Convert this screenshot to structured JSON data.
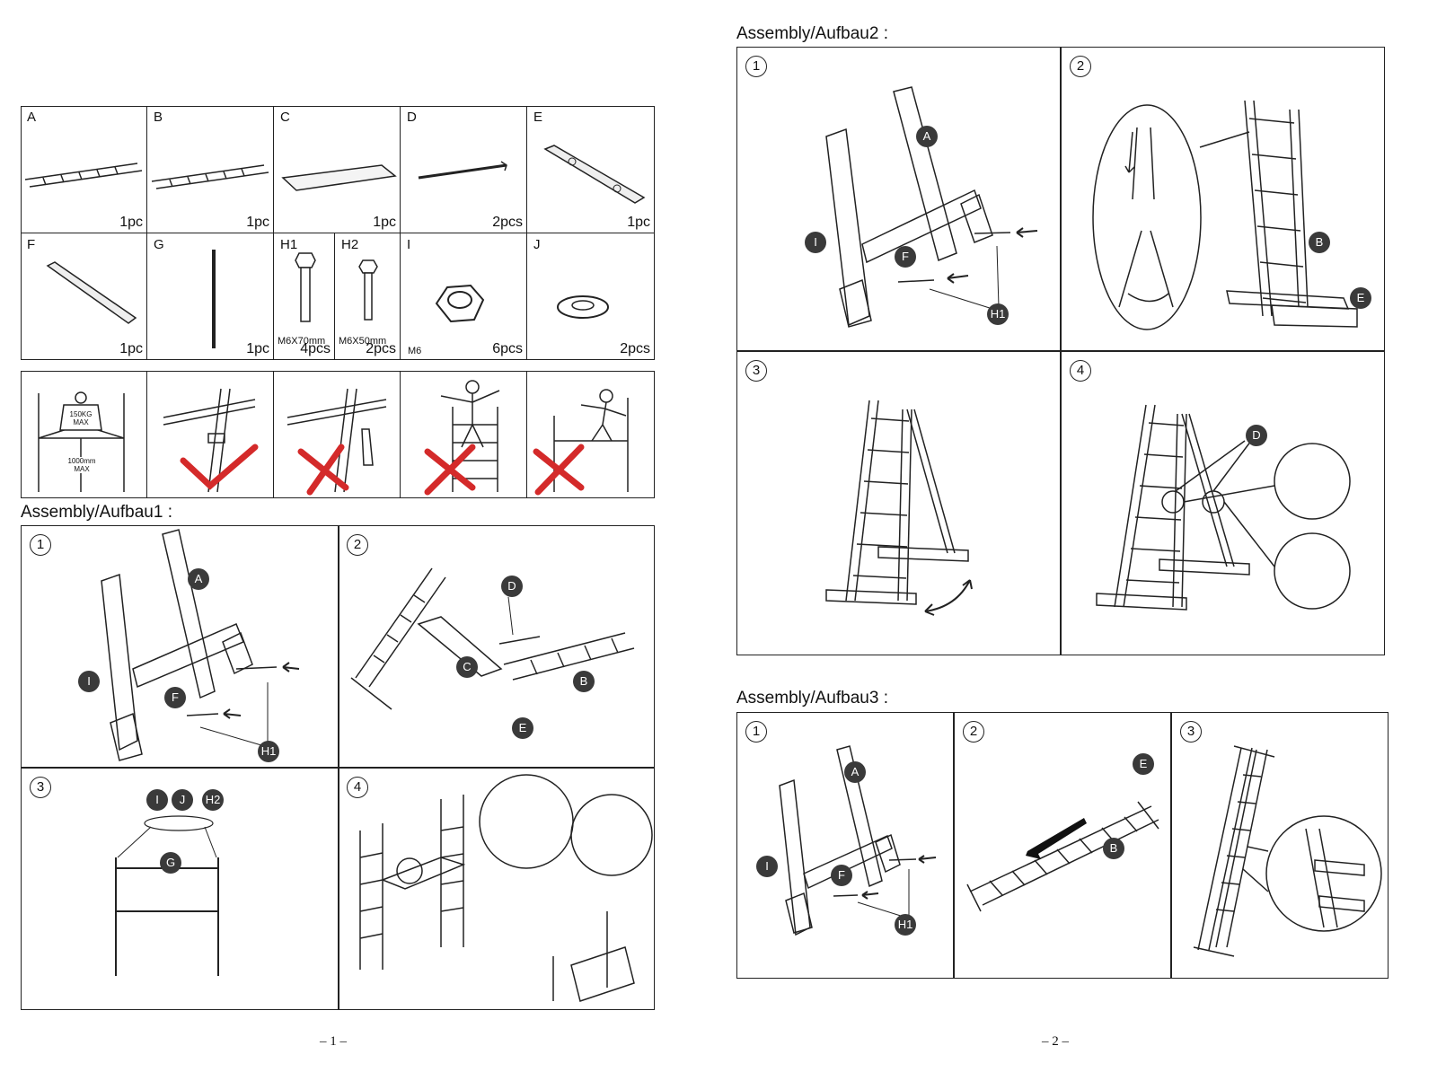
{
  "parts": [
    {
      "letter": "A",
      "qty": "1pc"
    },
    {
      "letter": "B",
      "qty": "1pc"
    },
    {
      "letter": "C",
      "qty": "1pc"
    },
    {
      "letter": "D",
      "qty": "2pcs"
    },
    {
      "letter": "E",
      "qty": "1pc"
    },
    {
      "letter": "F",
      "qty": "1pc"
    },
    {
      "letter": "G",
      "qty": "1pc"
    },
    {
      "letter": "H1",
      "spec": "M6X70mm",
      "qty": "4pcs"
    },
    {
      "letter": "H2",
      "spec": "M6X50mm",
      "qty": "2pcs"
    },
    {
      "letter": "I",
      "spec": "M6",
      "qty": "6pcs"
    },
    {
      "letter": "J",
      "qty": "2pcs"
    }
  ],
  "warnings": {
    "max_load": "150KG MAX",
    "max_height": "1000mm MAX"
  },
  "sections": {
    "assembly1": "Assembly/Aufbau1 :",
    "assembly2": "Assembly/Aufbau2 :",
    "assembly3": "Assembly/Aufbau3 :"
  },
  "steps": {
    "s1": "1",
    "s2": "2",
    "s3": "3",
    "s4": "4"
  },
  "labels": {
    "A": "A",
    "B": "B",
    "C": "C",
    "D": "D",
    "E": "E",
    "F": "F",
    "G": "G",
    "H1": "H1",
    "H2": "H2",
    "I": "I",
    "J": "J"
  },
  "pages": {
    "p1": "– 1 –",
    "p2": "– 2 –"
  },
  "colors": {
    "line": "#222222",
    "label_bg": "#3a3a3a",
    "cross": "#d42a2a",
    "check": "#d42a2a"
  }
}
